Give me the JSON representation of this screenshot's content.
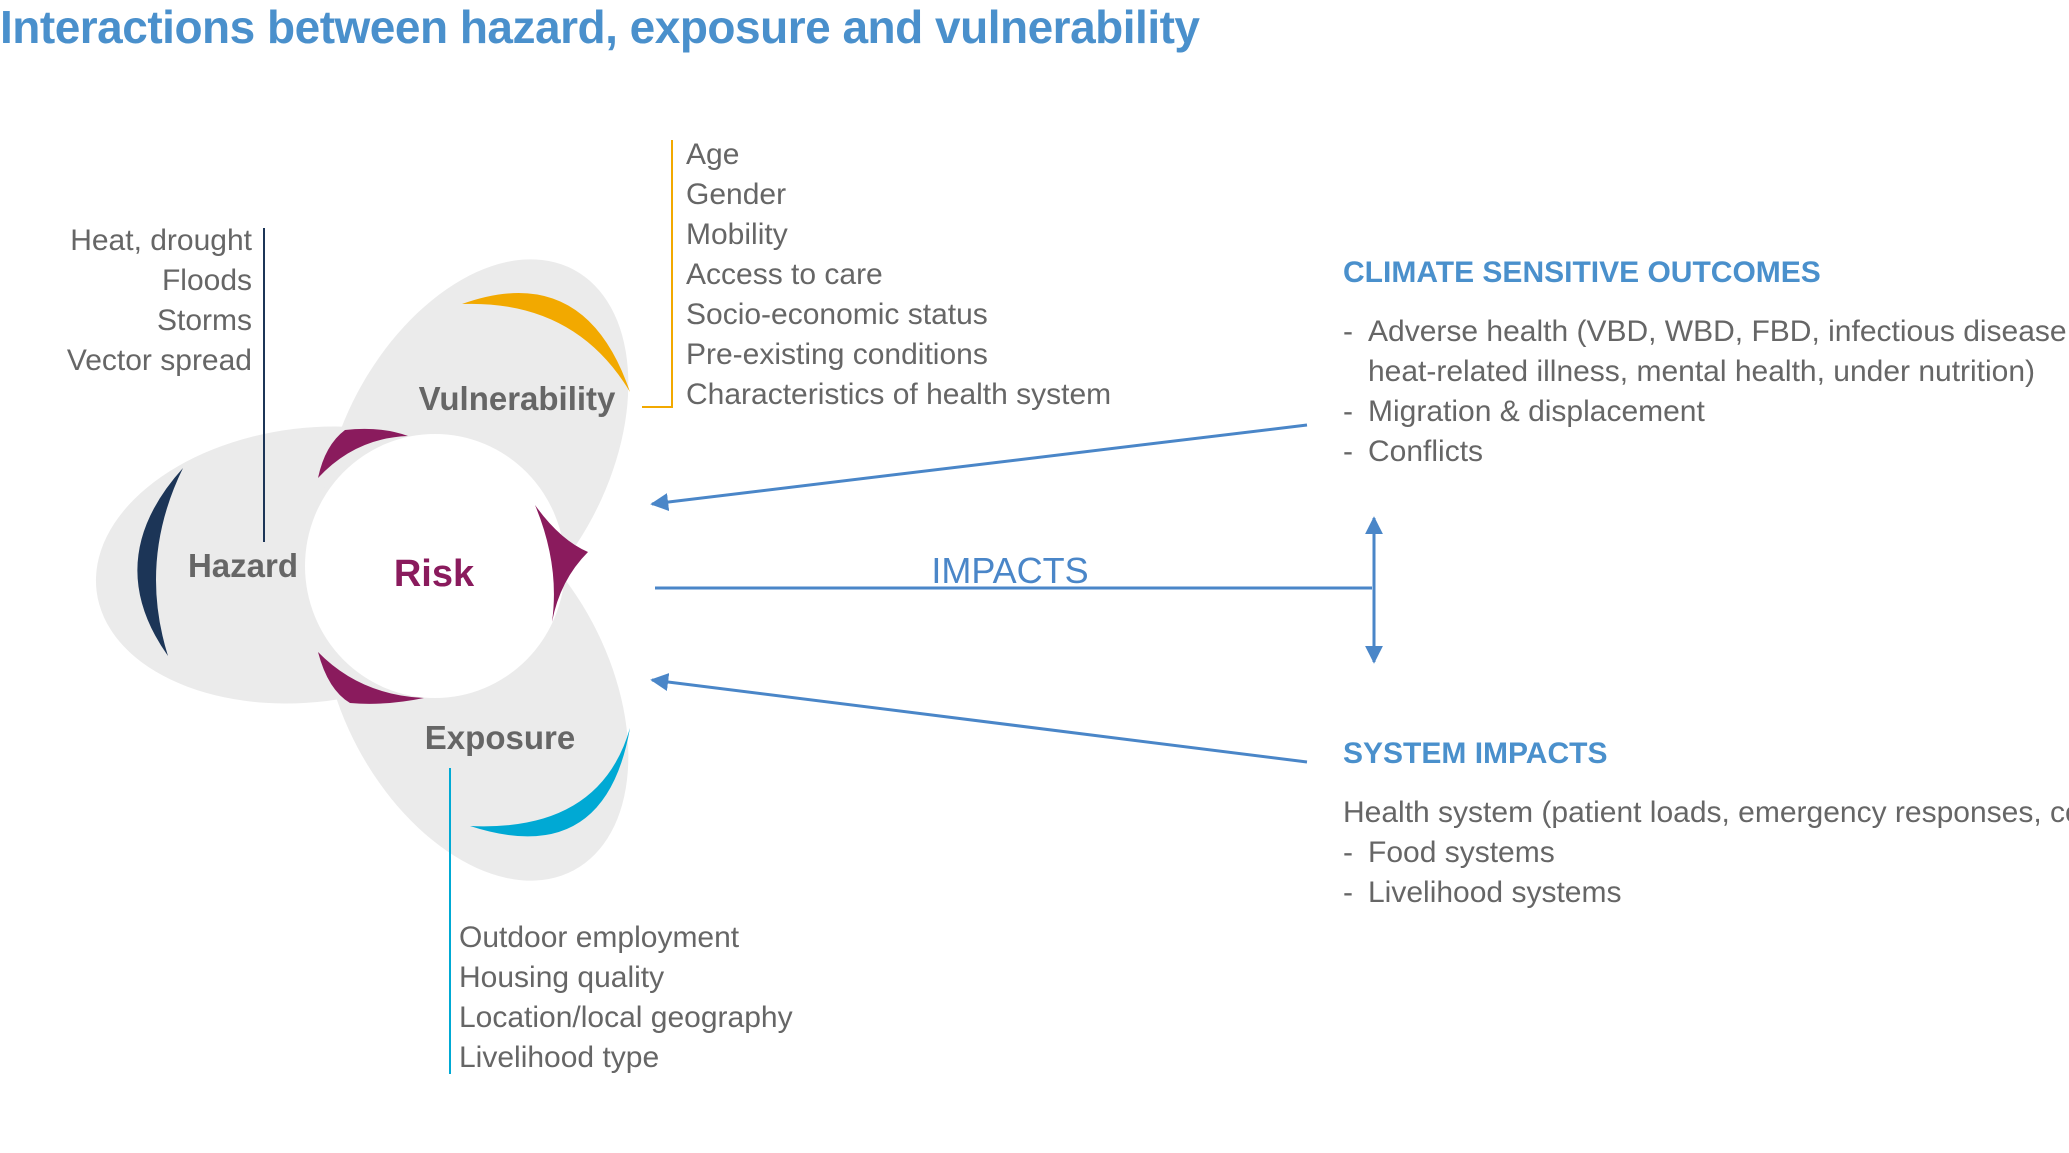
{
  "title": "Interactions between hazard, exposure and vulnerability",
  "diagram": {
    "hazard_label": "Hazard",
    "vulnerability_label": "Vulnerability",
    "exposure_label": "Exposure",
    "risk_label": "Risk",
    "impacts_label": "IMPACTS"
  },
  "hazard_items": [
    "Heat, drought",
    "Floods",
    "Storms",
    "Vector spread"
  ],
  "vulnerability_items": [
    "Age",
    "Gender",
    "Mobility",
    "Access to care",
    "Socio-economic status",
    "Pre-existing conditions",
    "Characteristics of health system"
  ],
  "exposure_items": [
    "Outdoor employment",
    "Housing quality",
    "Location/local geography",
    "Livelihood type"
  ],
  "climate_sensitive_outcomes": {
    "heading": "CLIMATE SENSITIVE OUTCOMES",
    "items": [
      {
        "dash": "-",
        "text": "Adverse health (VBD, WBD, FBD, infectious disease,"
      },
      {
        "dash": "",
        "text": "heat-related illness, mental health, under nutrition)"
      },
      {
        "dash": "-",
        "text": "Migration & displacement"
      },
      {
        "dash": "-",
        "text": "Conflicts"
      }
    ]
  },
  "system_impacts": {
    "heading": "SYSTEM IMPACTS",
    "lead": "Health system (patient loads, emergency responses, costs)",
    "items": [
      {
        "dash": "-",
        "text": "Food systems"
      },
      {
        "dash": "-",
        "text": "Livelihood systems"
      }
    ]
  },
  "colors": {
    "title_blue": "#4a90cc",
    "arrow_blue": "#4a86c8",
    "hazard_navy": "#1c3557",
    "vulnerability_orange": "#f2a900",
    "exposure_cyan": "#00a9d4",
    "risk_magenta": "#8a1b5d",
    "petal_gray": "#ebebeb",
    "label_gray": "#666666"
  }
}
